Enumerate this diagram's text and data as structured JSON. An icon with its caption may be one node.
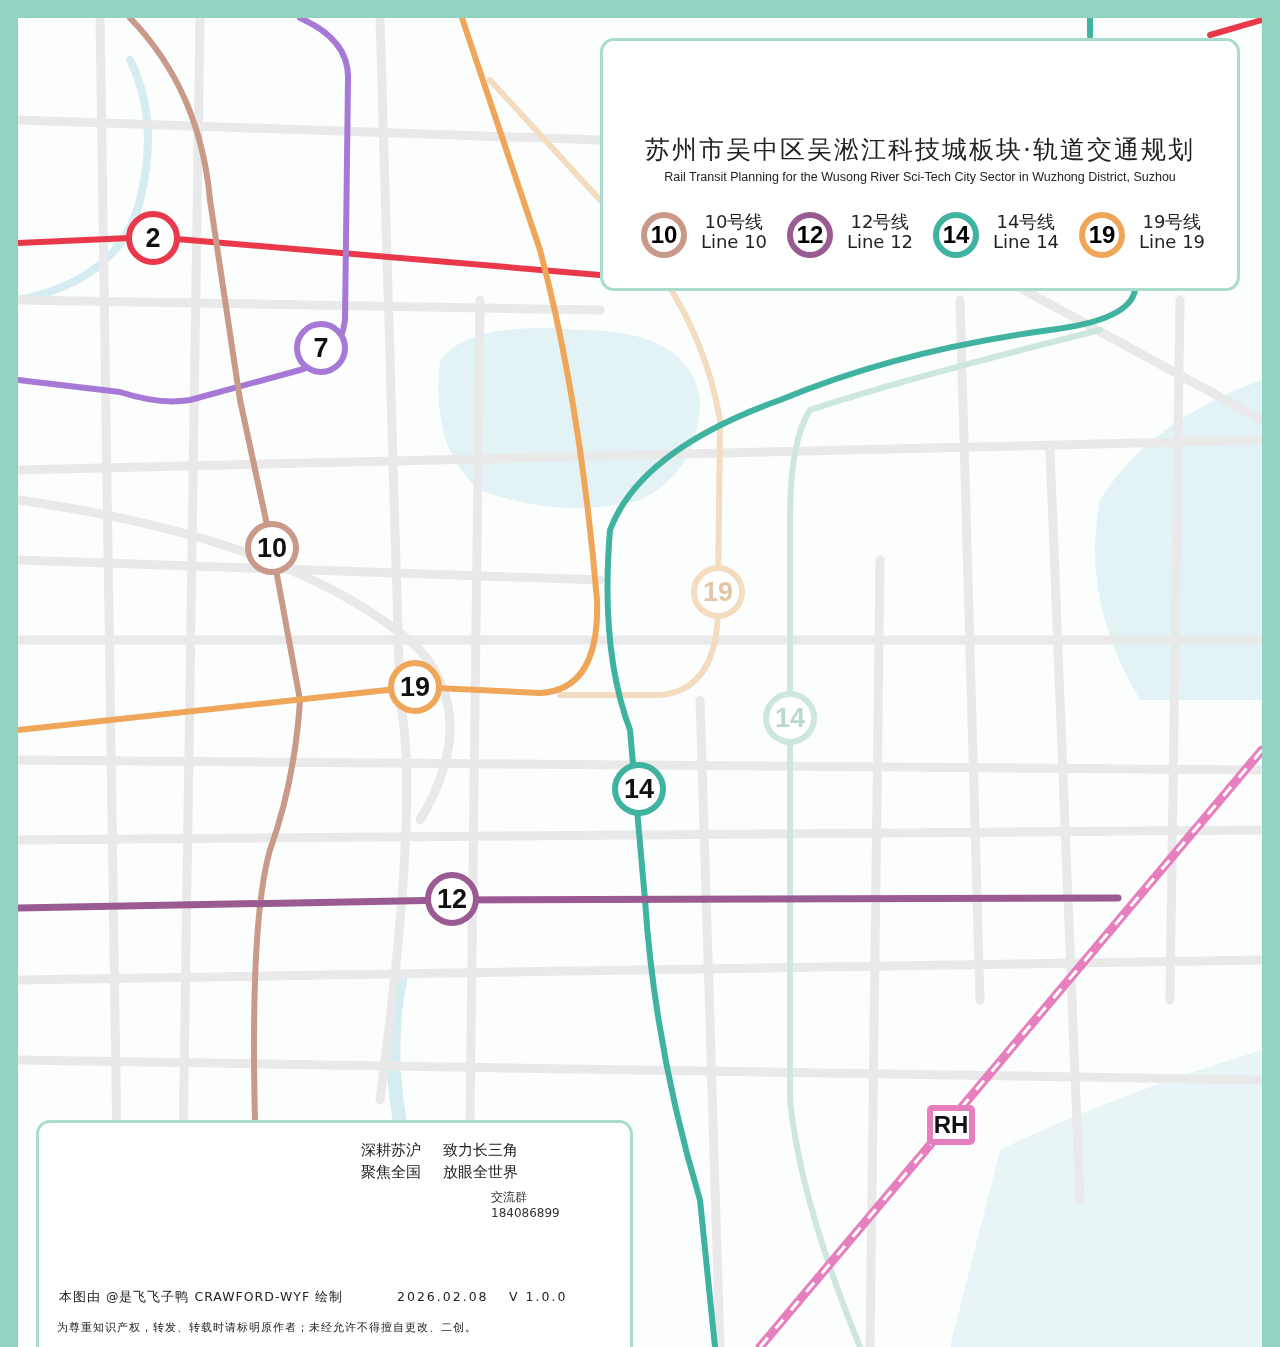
{
  "diagram": {
    "title": "苏州市吴中区吴淞江科技城板块·轨道交通规划",
    "nodes": [
      {
        "text": [
          "2"
        ]
      },
      {
        "text": [
          "7"
        ]
      },
      {
        "text": [
          "10"
        ]
      },
      {
        "text": [
          "19"
        ]
      },
      {
        "text": [
          "19"
        ]
      },
      {
        "text": [
          "14"
        ]
      },
      {
        "text": [
          "14"
        ]
      },
      {
        "text": [
          "12"
        ]
      },
      {
        "text": [
          "RH"
        ]
      }
    ],
    "labels": [
      "Rail Transit Planning for the Wusong River Sci-Tech City Sector in Wuzhong District, Suzhou",
      "10",
      "12",
      "14",
      "19",
      "深耕苏沪",
      "致力长三角",
      "聚焦全国",
      "放眼全世界",
      "交流群",
      "184086899",
      "本图由 @是飞飞子鸭 CRAWFORD-WYF 绘制",
      "2026.02.08",
      "V 1.0.0",
      "为尊重知识产权，转发、转载时请标明原作者；未经允许不得擅自更改、二创。"
    ],
    "legend": [
      {
        "text": "10号线 Line 10",
        "color": "#c9998a"
      },
      {
        "text": "12号线 Line 12",
        "color": "#9a5a92"
      },
      {
        "text": "14号线 Line 14",
        "color": "#3fb3a0"
      },
      {
        "text": "19号线 Line 19",
        "color": "#f0a658"
      }
    ]
  }
}
